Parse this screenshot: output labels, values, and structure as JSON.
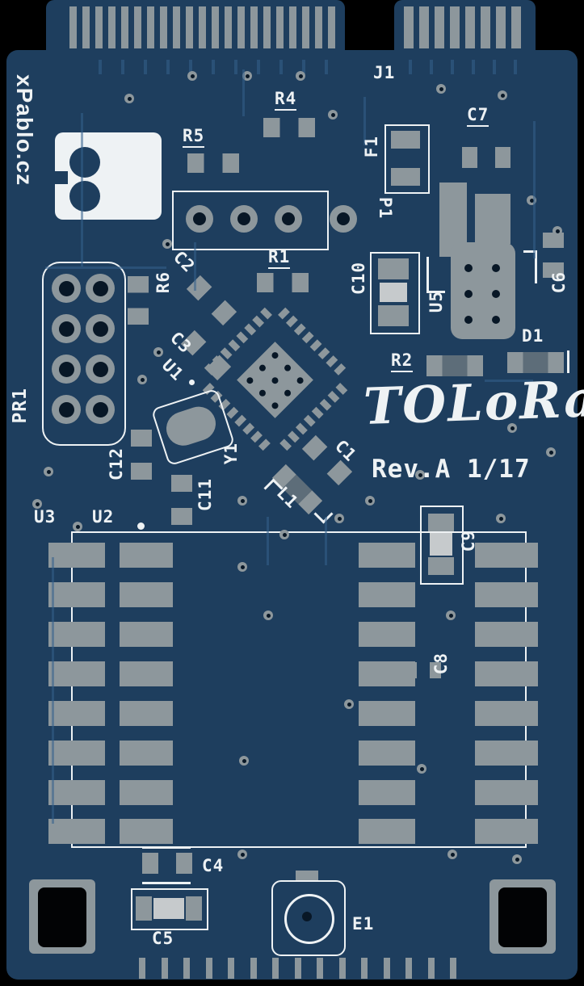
{
  "board": {
    "brand": "xPablo.cz",
    "title": "TOLoRa",
    "revision": "Rev.A 1/17"
  },
  "components": {
    "j1": "J1",
    "p1": "P1",
    "pr1": "PR1",
    "f1": "F1",
    "e1": "E1",
    "u1": "U1",
    "u2": "U2",
    "u3": "U3",
    "u5": "U5",
    "r1": "R1",
    "r2": "R2",
    "r4": "R4",
    "r5": "R5",
    "r6": "R6",
    "c1": "C1",
    "c2": "C2",
    "c3": "C3",
    "c4": "C4",
    "c5": "C5",
    "c6": "C6",
    "c7": "C7",
    "c8": "C8",
    "c9": "C9",
    "c10": "C10",
    "c11": "C11",
    "c12": "C12",
    "d1": "D1",
    "l1": "L1",
    "y1": "Y1"
  },
  "palette": {
    "background": "#000000",
    "board": "#1e3e5e",
    "silkscreen": "#eef2f4",
    "pad": "#8d979c",
    "pad_light": "#c6cacc",
    "hole": "#081726",
    "trace": "#34608c"
  }
}
